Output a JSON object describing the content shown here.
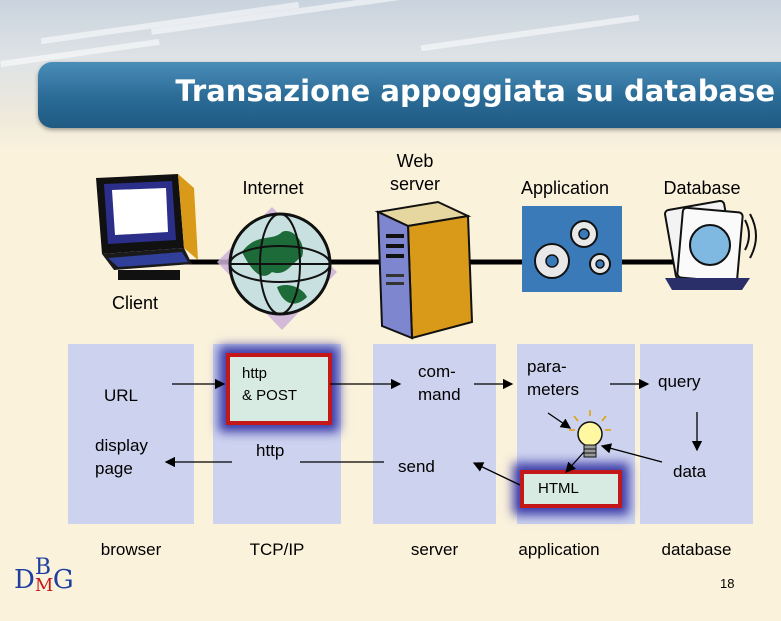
{
  "title": "Transazione appoggiata su database",
  "components": {
    "client": "Client",
    "internet": "Internet",
    "web_server_line1": "Web",
    "web_server_line2": "server",
    "application": "Application",
    "database": "Database"
  },
  "panels": {
    "browser": {
      "url": "URL",
      "display_line1": "display",
      "display_line2": "page"
    },
    "tcpip": {
      "http_post_line1": "http",
      "http_post_line2": "& POST",
      "http": "http"
    },
    "server": {
      "command_line1": "com-",
      "command_line2": "mand",
      "send": "send"
    },
    "application": {
      "params_line1": "para-",
      "params_line2": "meters",
      "html": "HTML"
    },
    "database": {
      "query": "query",
      "data": "data"
    }
  },
  "layers": [
    "browser",
    "TCP/IP",
    "server",
    "application",
    "database"
  ],
  "logo": {
    "d": "D",
    "b": "B",
    "m": "M",
    "g": "G"
  },
  "page_number": "18",
  "colors": {
    "title_bar": "#2a6b96",
    "panel": "#cdd3ef",
    "highlight_border": "#c41818",
    "highlight_glow": "#3c3ca8",
    "background": "#fbf2dc"
  },
  "icons": [
    "computer-icon",
    "globe-icon",
    "server-tower-icon",
    "gears-icon",
    "database-icon",
    "lightbulb-icon"
  ]
}
